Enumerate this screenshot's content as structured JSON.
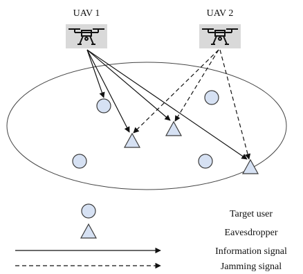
{
  "uavs": [
    {
      "label": "UAV 1",
      "icon": "drone-icon"
    },
    {
      "label": "UAV 2",
      "icon": "drone-icon"
    }
  ],
  "legend": {
    "target_user": "Target user",
    "eavesdropper": "Eavesdropper",
    "information_signal": "Information signal",
    "jamming_signal": "Jamming signal"
  },
  "colors": {
    "node_fill": "#d6e1f3",
    "node_stroke": "#3a3a3a",
    "drone_box": "#d9d9d9",
    "line": "#111111"
  }
}
